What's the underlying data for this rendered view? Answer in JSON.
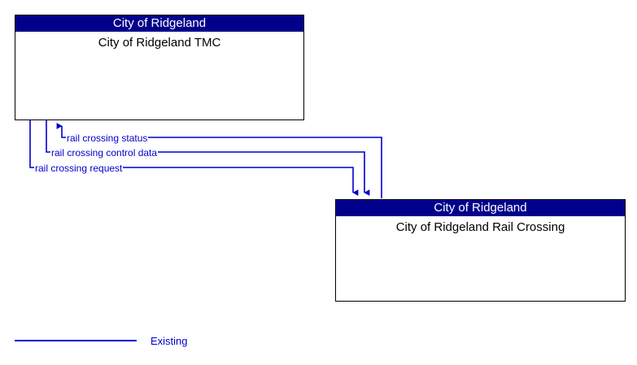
{
  "diagram": {
    "type": "architecture-interconnect-diagram",
    "nodes": [
      {
        "id": "tmc",
        "stakeholder": "City of Ridgeland",
        "name": "City of Ridgeland TMC"
      },
      {
        "id": "rail-crossing",
        "stakeholder": "City of Ridgeland",
        "name": "City of Ridgeland Rail Crossing"
      }
    ],
    "flows": [
      {
        "label": "rail crossing status",
        "from": "rail-crossing",
        "to": "tmc",
        "status": "Existing"
      },
      {
        "label": "rail crossing control data",
        "from": "tmc",
        "to": "rail-crossing",
        "status": "Existing"
      },
      {
        "label": "rail crossing request",
        "from": "tmc",
        "to": "rail-crossing",
        "status": "Existing"
      }
    ],
    "legend": {
      "items": [
        {
          "label": "Existing",
          "color": "#0000CC"
        }
      ]
    },
    "colors": {
      "header_background": "#00008B",
      "header_text": "#FFFFFF",
      "node_border": "#000000",
      "node_background": "#FFFFFF",
      "flow_line": "#0000CC",
      "flow_label_text": "#0000CC",
      "body_text": "#000000"
    }
  }
}
